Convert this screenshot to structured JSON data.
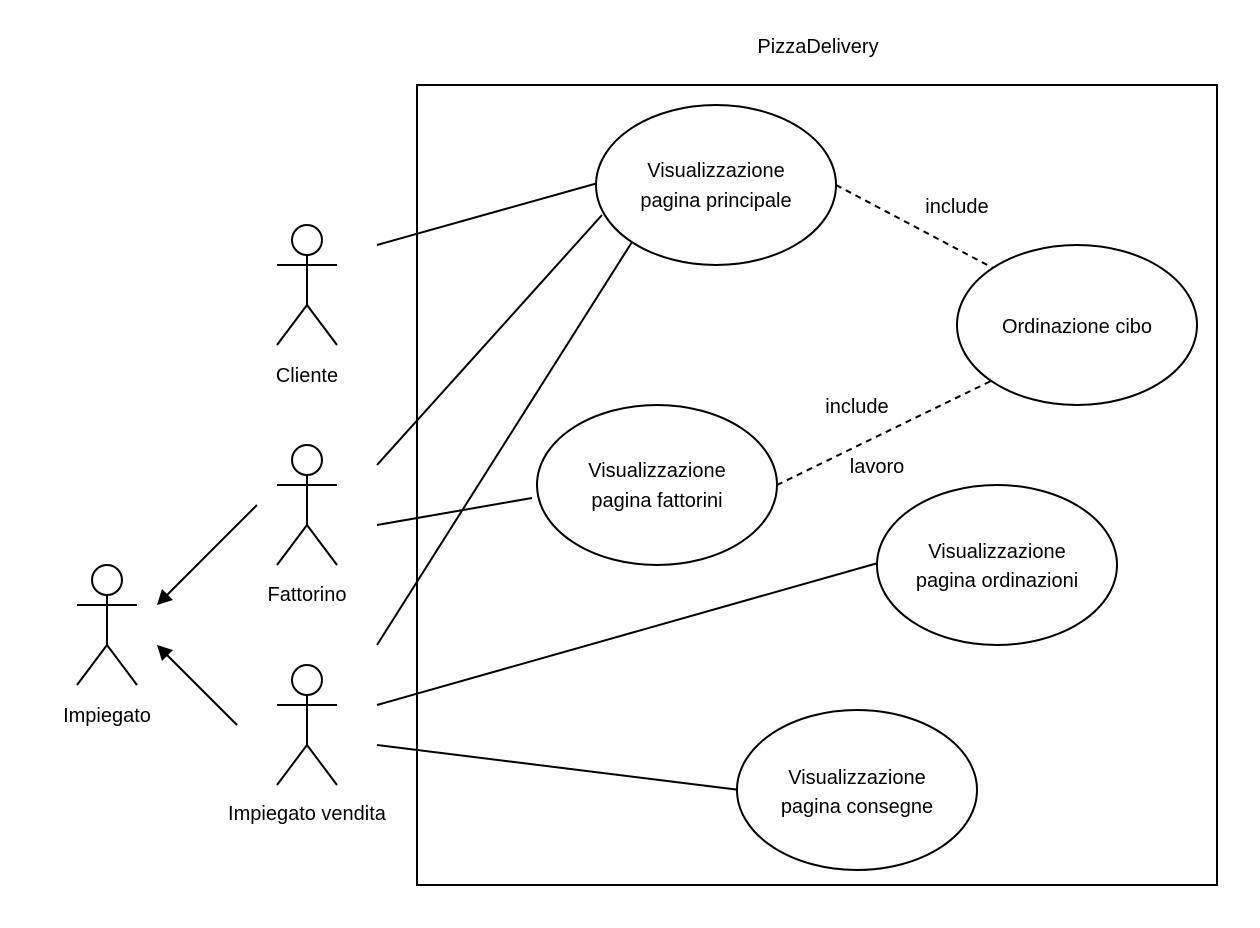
{
  "system": {
    "title": "PizzaDelivery"
  },
  "actors": {
    "cliente": "Cliente",
    "fattorino": "Fattorino",
    "impiegato": "Impiegato",
    "impiegato_vendita": "Impiegato vendita"
  },
  "use_cases": {
    "principale": [
      "Visualizzazione",
      "pagina principale"
    ],
    "ordinazione": [
      "Ordinazione cibo"
    ],
    "fattorini": [
      "Visualizzazione",
      "pagina fattorini"
    ],
    "ordinazioni": [
      "Visualizzazione",
      "pagina ordinazioni"
    ],
    "consegne": [
      "Visualizzazione",
      "pagina consegne"
    ]
  },
  "relations": {
    "include_1": "include",
    "include_2": "include",
    "lavoro": "lavoro"
  },
  "colors": {
    "stroke": "#000000",
    "background": "#ffffff"
  }
}
